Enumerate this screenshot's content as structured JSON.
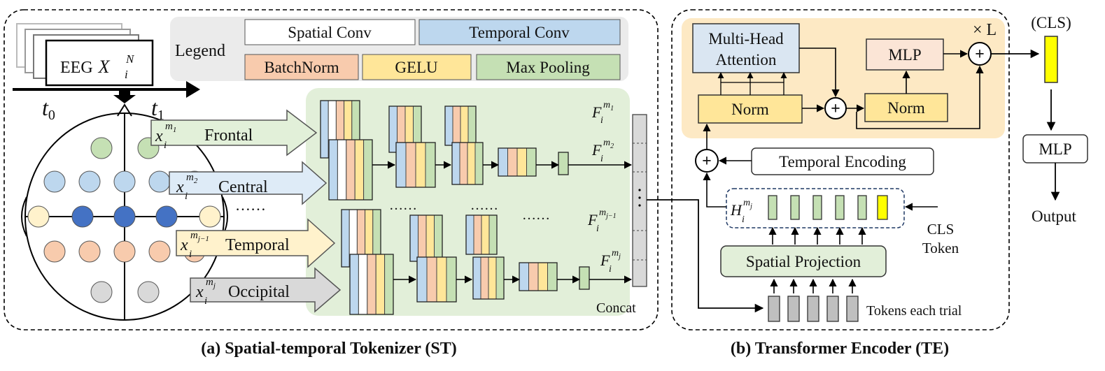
{
  "panels": {
    "st": {
      "caption": "(a) Spatial-temporal Tokenizer (ST)",
      "legend_title": "Legend",
      "legend": [
        {
          "label": "Spatial Conv",
          "color": "#ffffff"
        },
        {
          "label": "Temporal Conv",
          "color": "#bdd7ee"
        },
        {
          "label": "BatchNorm",
          "color": "#f8cbad"
        },
        {
          "label": "GELU",
          "color": "#ffe699"
        },
        {
          "label": "Max Pooling",
          "color": "#c5e0b4"
        }
      ],
      "eeg_label": "EEG",
      "eeg_symbol": "X",
      "eeg_sub": "i",
      "eeg_sup": "N",
      "t0": "t",
      "t0_sub": "0",
      "t1": "t",
      "t1_sub": "1",
      "regions": [
        {
          "sym": "x",
          "sub": "i",
          "sup": "m",
          "sup_sub": "1",
          "name": "Frontal",
          "color": "#e2f0d9"
        },
        {
          "sym": "x",
          "sub": "i",
          "sup": "m",
          "sup_sub": "2",
          "name": "Central",
          "color": "#deebf7"
        },
        {
          "sym": "x",
          "sub": "i",
          "sup": "m",
          "sup_sub": "j−1",
          "name": "Temporal",
          "color": "#fff2cc"
        },
        {
          "sym": "x",
          "sub": "i",
          "sup": "m",
          "sup_sub": "j",
          "name": "Occipital",
          "color": "#d9d9d9"
        }
      ],
      "ellipsis": "……",
      "features": [
        {
          "sym": "F",
          "sub": "i",
          "sup": "m",
          "sup_sub": "1"
        },
        {
          "sym": "F",
          "sub": "i",
          "sup": "m",
          "sup_sub": "2"
        },
        {
          "sym": "F",
          "sub": "i",
          "sup": "m",
          "sup_sub": "j−1"
        },
        {
          "sym": "F",
          "sub": "i",
          "sup": "m",
          "sup_sub": "j"
        }
      ],
      "concat": "Concat"
    },
    "te": {
      "caption": "(b) Transformer Encoder (TE)",
      "mha": [
        "Multi-Head",
        "Attention"
      ],
      "norm1": "Norm",
      "norm2": "Norm",
      "mlp": "MLP",
      "times_l": "× L",
      "temporal_encoding": "Temporal Encoding",
      "h_sym": "H",
      "h_sub": "i",
      "h_sup": "m",
      "h_sup_sub": "j",
      "cls_token": [
        "CLS",
        "Token"
      ],
      "spatial_projection": "Spatial Projection",
      "tokens_label": "Tokens each trial",
      "plus": "+"
    },
    "head": {
      "cls": "(CLS)",
      "mlp": "MLP",
      "output": "Output"
    }
  },
  "colors": {
    "temporal_conv": "#bdd7ee",
    "batchnorm": "#f8cbad",
    "gelu": "#ffe699",
    "max_pooling": "#c5e0b4",
    "st_area": "#e2efd9",
    "te_area": "#fde9c4",
    "cls_yellow": "#ffff00",
    "electrode_blue": "#4472c4",
    "token_gray": "#bfbfbf"
  }
}
